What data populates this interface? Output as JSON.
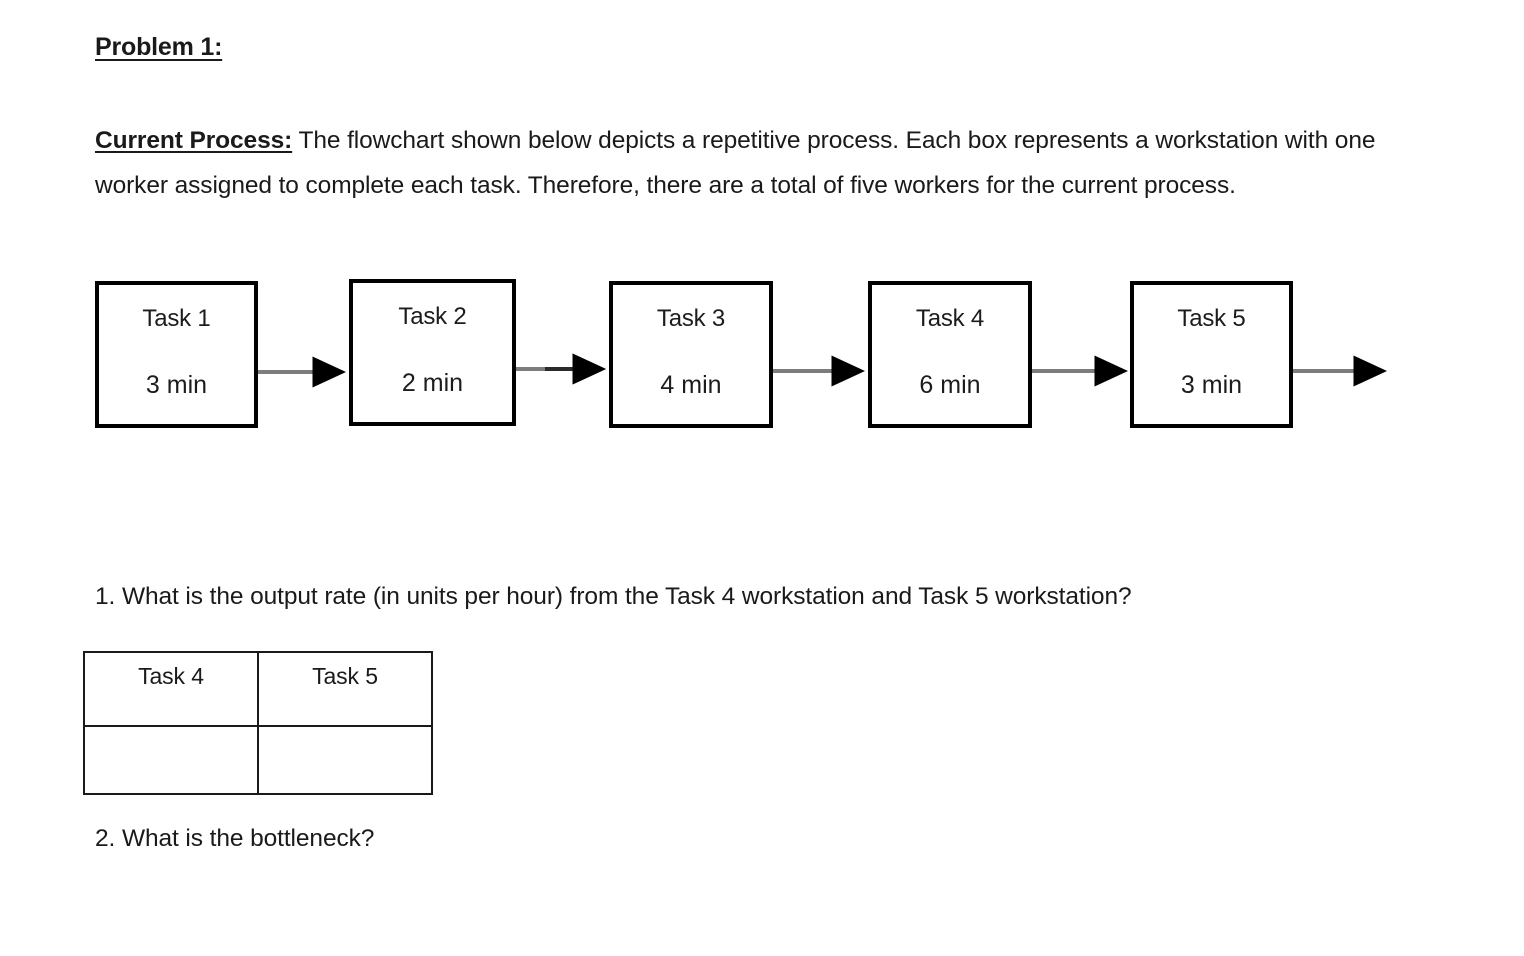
{
  "document": {
    "heading": "Problem 1:",
    "intro": {
      "lead": "Current Process:",
      "body": " The flowchart shown below depicts a repetitive process. Each box represents a workstation with one worker assigned to complete each task.  Therefore, there are a total of five workers for the current process."
    },
    "questions": [
      {
        "id": "q1",
        "text": "1. What is the output rate (in units per hour) from the Task 4 workstation and Task 5 workstation?"
      },
      {
        "id": "q2",
        "text": "2. What is the bottleneck?"
      }
    ]
  },
  "flowchart": {
    "type": "process-flow",
    "orientation": "left-to-right",
    "box_border_color": "#000000",
    "connector_color": "#7a7a7a",
    "arrowhead_color": "#000000",
    "tasks": [
      {
        "title": "Task 1",
        "time": "3 min"
      },
      {
        "title": "Task 2",
        "time": "2 min"
      },
      {
        "title": "Task 3",
        "time": "4 min"
      },
      {
        "title": "Task 4",
        "time": "6 min"
      },
      {
        "title": "Task 5",
        "time": "3 min"
      }
    ]
  },
  "answer_table": {
    "headers": [
      "Task 4",
      "Task 5"
    ],
    "rows": [
      [
        "",
        ""
      ]
    ]
  }
}
